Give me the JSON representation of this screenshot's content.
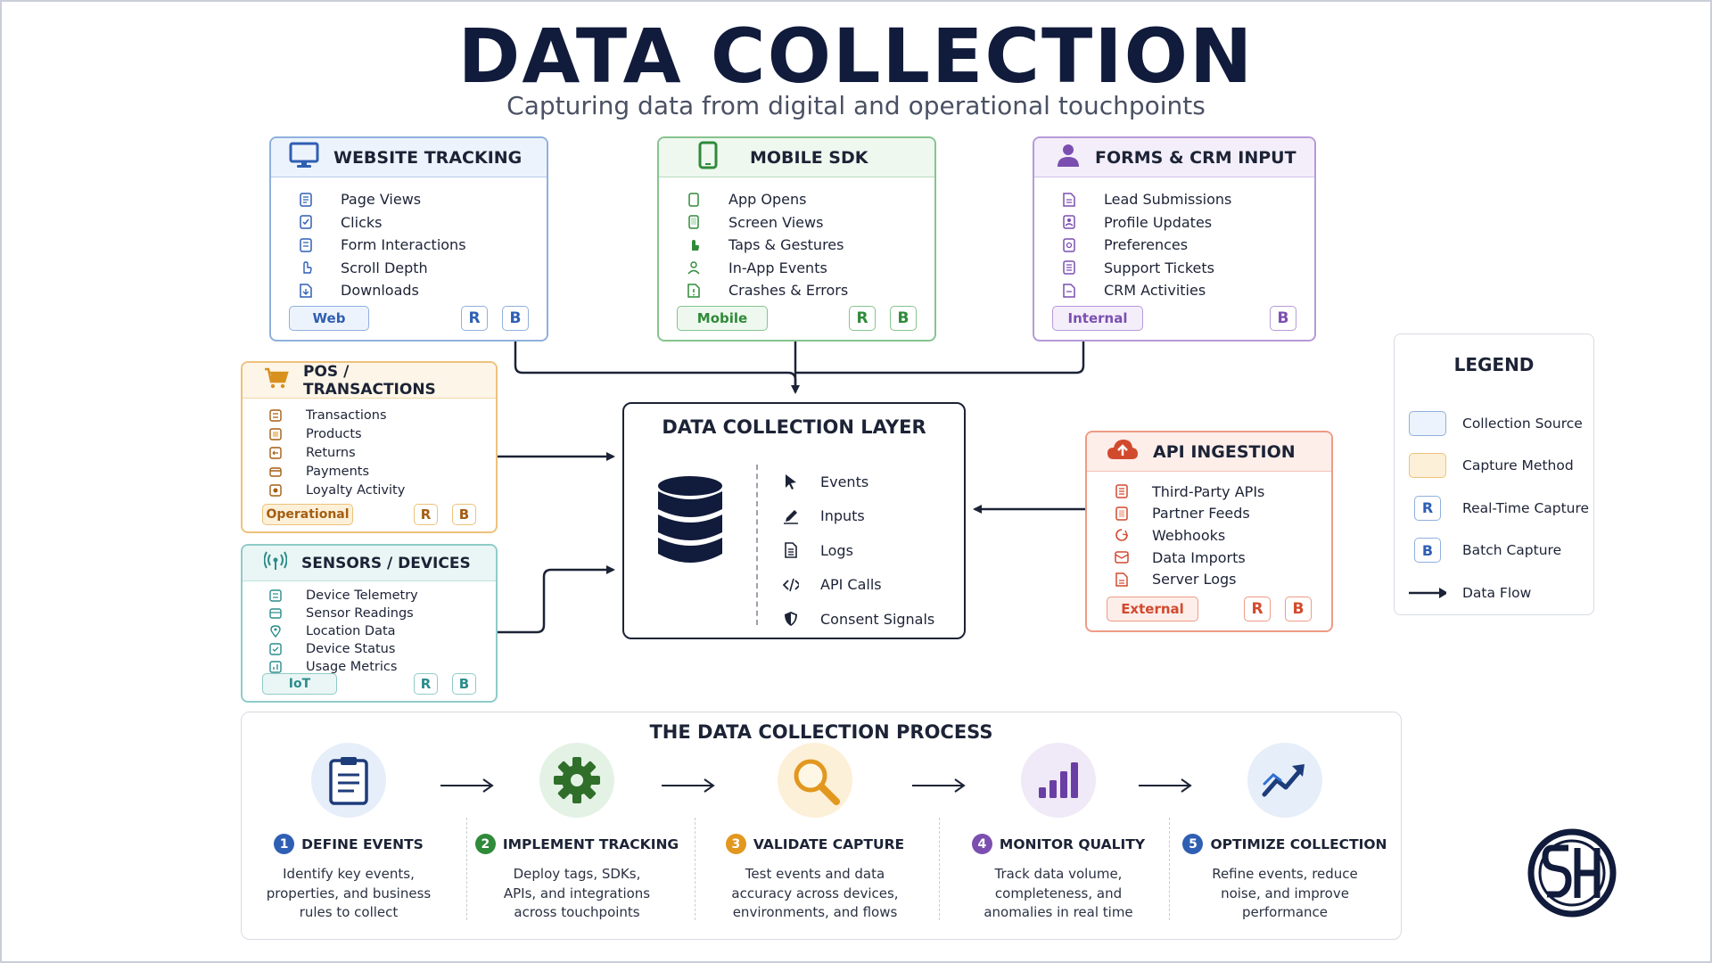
{
  "title": "DATA COLLECTION",
  "subtitle": "Capturing data from digital and operational touchpoints",
  "website": {
    "title": "WEBSITE TRACKING",
    "items": [
      "Page Views",
      "Clicks",
      "Form Interactions",
      "Scroll Depth",
      "Downloads"
    ],
    "tag": "Web",
    "r": "R",
    "b": "B"
  },
  "mobile": {
    "title": "MOBILE SDK",
    "items": [
      "App Opens",
      "Screen Views",
      "Taps & Gestures",
      "In-App Events",
      "Crashes & Errors"
    ],
    "tag": "Mobile",
    "r": "R",
    "b": "B"
  },
  "forms": {
    "title": "FORMS & CRM INPUT",
    "items": [
      "Lead Submissions",
      "Profile Updates",
      "Preferences",
      "Support Tickets",
      "CRM Activities"
    ],
    "tag": "Internal",
    "b": "B"
  },
  "pos": {
    "title": "POS / TRANSACTIONS",
    "items": [
      "Transactions",
      "Products",
      "Returns",
      "Payments",
      "Loyalty Activity"
    ],
    "tag": "Operational",
    "r": "R",
    "b": "B"
  },
  "sensors": {
    "title": "SENSORS / DEVICES",
    "items": [
      "Device Telemetry",
      "Sensor Readings",
      "Location Data",
      "Device Status",
      "Usage Metrics"
    ],
    "tag": "IoT",
    "r": "R",
    "b": "B"
  },
  "api": {
    "title": "API INGESTION",
    "items": [
      "Third-Party APIs",
      "Partner Feeds",
      "Webhooks",
      "Data Imports",
      "Server Logs"
    ],
    "tag": "External",
    "r": "R",
    "b": "B"
  },
  "layer": {
    "title": "DATA COLLECTION LAYER",
    "items": [
      "Events",
      "Inputs",
      "Logs",
      "API Calls",
      "Consent Signals"
    ]
  },
  "legend": {
    "title": "LEGEND",
    "items": [
      "Collection Source",
      "Capture Method",
      "Real-Time Capture",
      "Batch Capture",
      "Data Flow"
    ],
    "r": "R",
    "b": "B"
  },
  "process": {
    "title": "THE DATA COLLECTION PROCESS",
    "steps": [
      {
        "num": "1",
        "title": "DEFINE EVENTS",
        "desc": [
          "Identify key events,",
          "properties, and business",
          "rules to collect"
        ]
      },
      {
        "num": "2",
        "title": "IMPLEMENT TRACKING",
        "desc": [
          "Deploy tags, SDKs,",
          "APIs, and integrations",
          "across touchpoints"
        ]
      },
      {
        "num": "3",
        "title": "VALIDATE CAPTURE",
        "desc": [
          "Test events and data",
          "accuracy across devices,",
          "environments, and flows"
        ]
      },
      {
        "num": "4",
        "title": "MONITOR QUALITY",
        "desc": [
          "Track data volume,",
          "completeness, and",
          "anomalies in real time"
        ]
      },
      {
        "num": "5",
        "title": "OPTIMIZE COLLECTION",
        "desc": [
          "Refine events, reduce",
          "noise, and improve",
          "performance"
        ]
      }
    ]
  },
  "colors": {
    "blue": "#2f5fb3",
    "green": "#2f8a3a",
    "purple": "#7b4fb0",
    "orange": "#d8901e",
    "teal": "#2b8c8c",
    "red": "#d24a2e",
    "navy": "#111b3b"
  },
  "icons": {
    "website": "monitor-icon",
    "mobile": "phone-icon",
    "forms": "person-icon",
    "pos": "cart-icon",
    "sensors": "antenna-icon",
    "api": "cloud-upload-icon",
    "layer": "database-icon",
    "logo": "sh-logo-icon"
  }
}
